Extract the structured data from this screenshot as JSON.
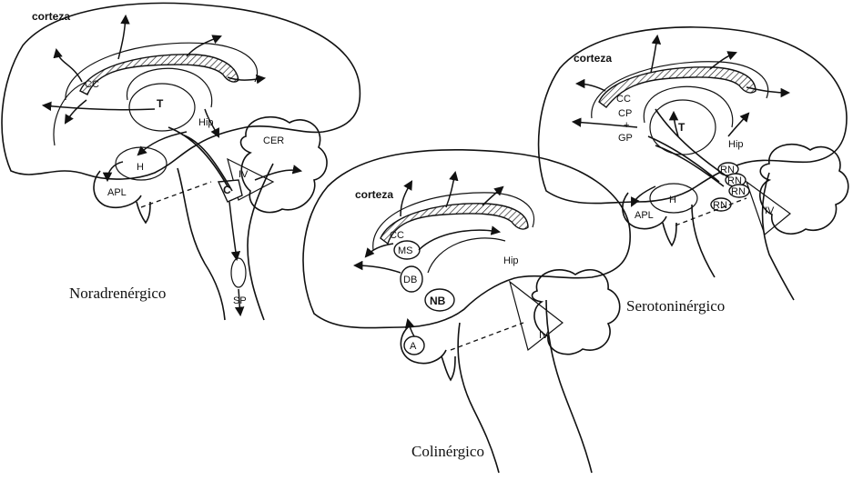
{
  "panels": {
    "noradrenergic": {
      "caption": "Noradrenérgico",
      "labels": {
        "cortex": "corteza",
        "cc": "CC",
        "t": "T",
        "hip": "Hip",
        "h": "H",
        "cer": "CER",
        "iv": "IV",
        "apl": "APL",
        "c": "C",
        "sp": "SP"
      }
    },
    "cholinergic": {
      "caption": "Colinérgico",
      "labels": {
        "cortex": "corteza",
        "cc": "CC",
        "ms": "MS",
        "db": "DB",
        "nb": "NB",
        "hip": "Hip",
        "a": "A",
        "iv": "IV"
      }
    },
    "serotonergic": {
      "caption": "Serotoninérgico",
      "labels": {
        "cortex": "corteza",
        "cc": "CC",
        "cp": "CP",
        "plus": "+",
        "gp": "GP",
        "t": "T",
        "hip": "Hip",
        "h": "H",
        "apl": "APL",
        "iv": "IV",
        "rn1": "RN",
        "rn2": "RN",
        "rn3": "RN",
        "rn4": "RN"
      }
    }
  }
}
